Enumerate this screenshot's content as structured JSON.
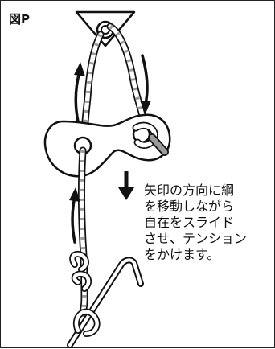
{
  "figure": {
    "label": "図P"
  },
  "caption": {
    "lines": [
      "矢印の方向に綱",
      "を移動しながら",
      "自在をスライド",
      "させ、テンション",
      "をかけます。"
    ]
  },
  "colors": {
    "line": "#111111",
    "background": "#ffffff",
    "stripe": "#9a9a9a"
  }
}
